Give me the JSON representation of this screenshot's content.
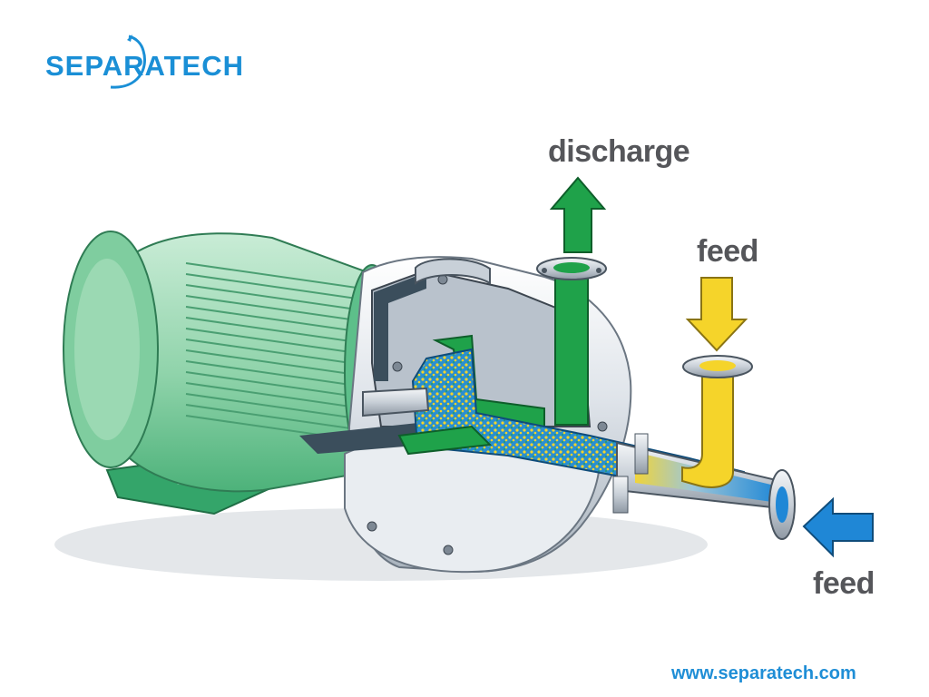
{
  "brand": {
    "name": "SEPARATECH"
  },
  "labels": {
    "discharge": "discharge",
    "feed_top": "feed",
    "feed_bottom": "feed"
  },
  "website": "www.separatech.com",
  "colors": {
    "brand_blue": "#1a8fd6",
    "motor_green": "#9fd8b4",
    "flow_green": "#1fa24a",
    "feed_yellow": "#f5d42a",
    "feed_blue": "#1f87d6",
    "steel": "#d8dde3",
    "label_gray": "#55565a"
  },
  "icons": [
    "logo-swoosh-icon",
    "discharge-arrow-icon",
    "feed-top-arrow-icon",
    "feed-side-arrow-icon"
  ]
}
